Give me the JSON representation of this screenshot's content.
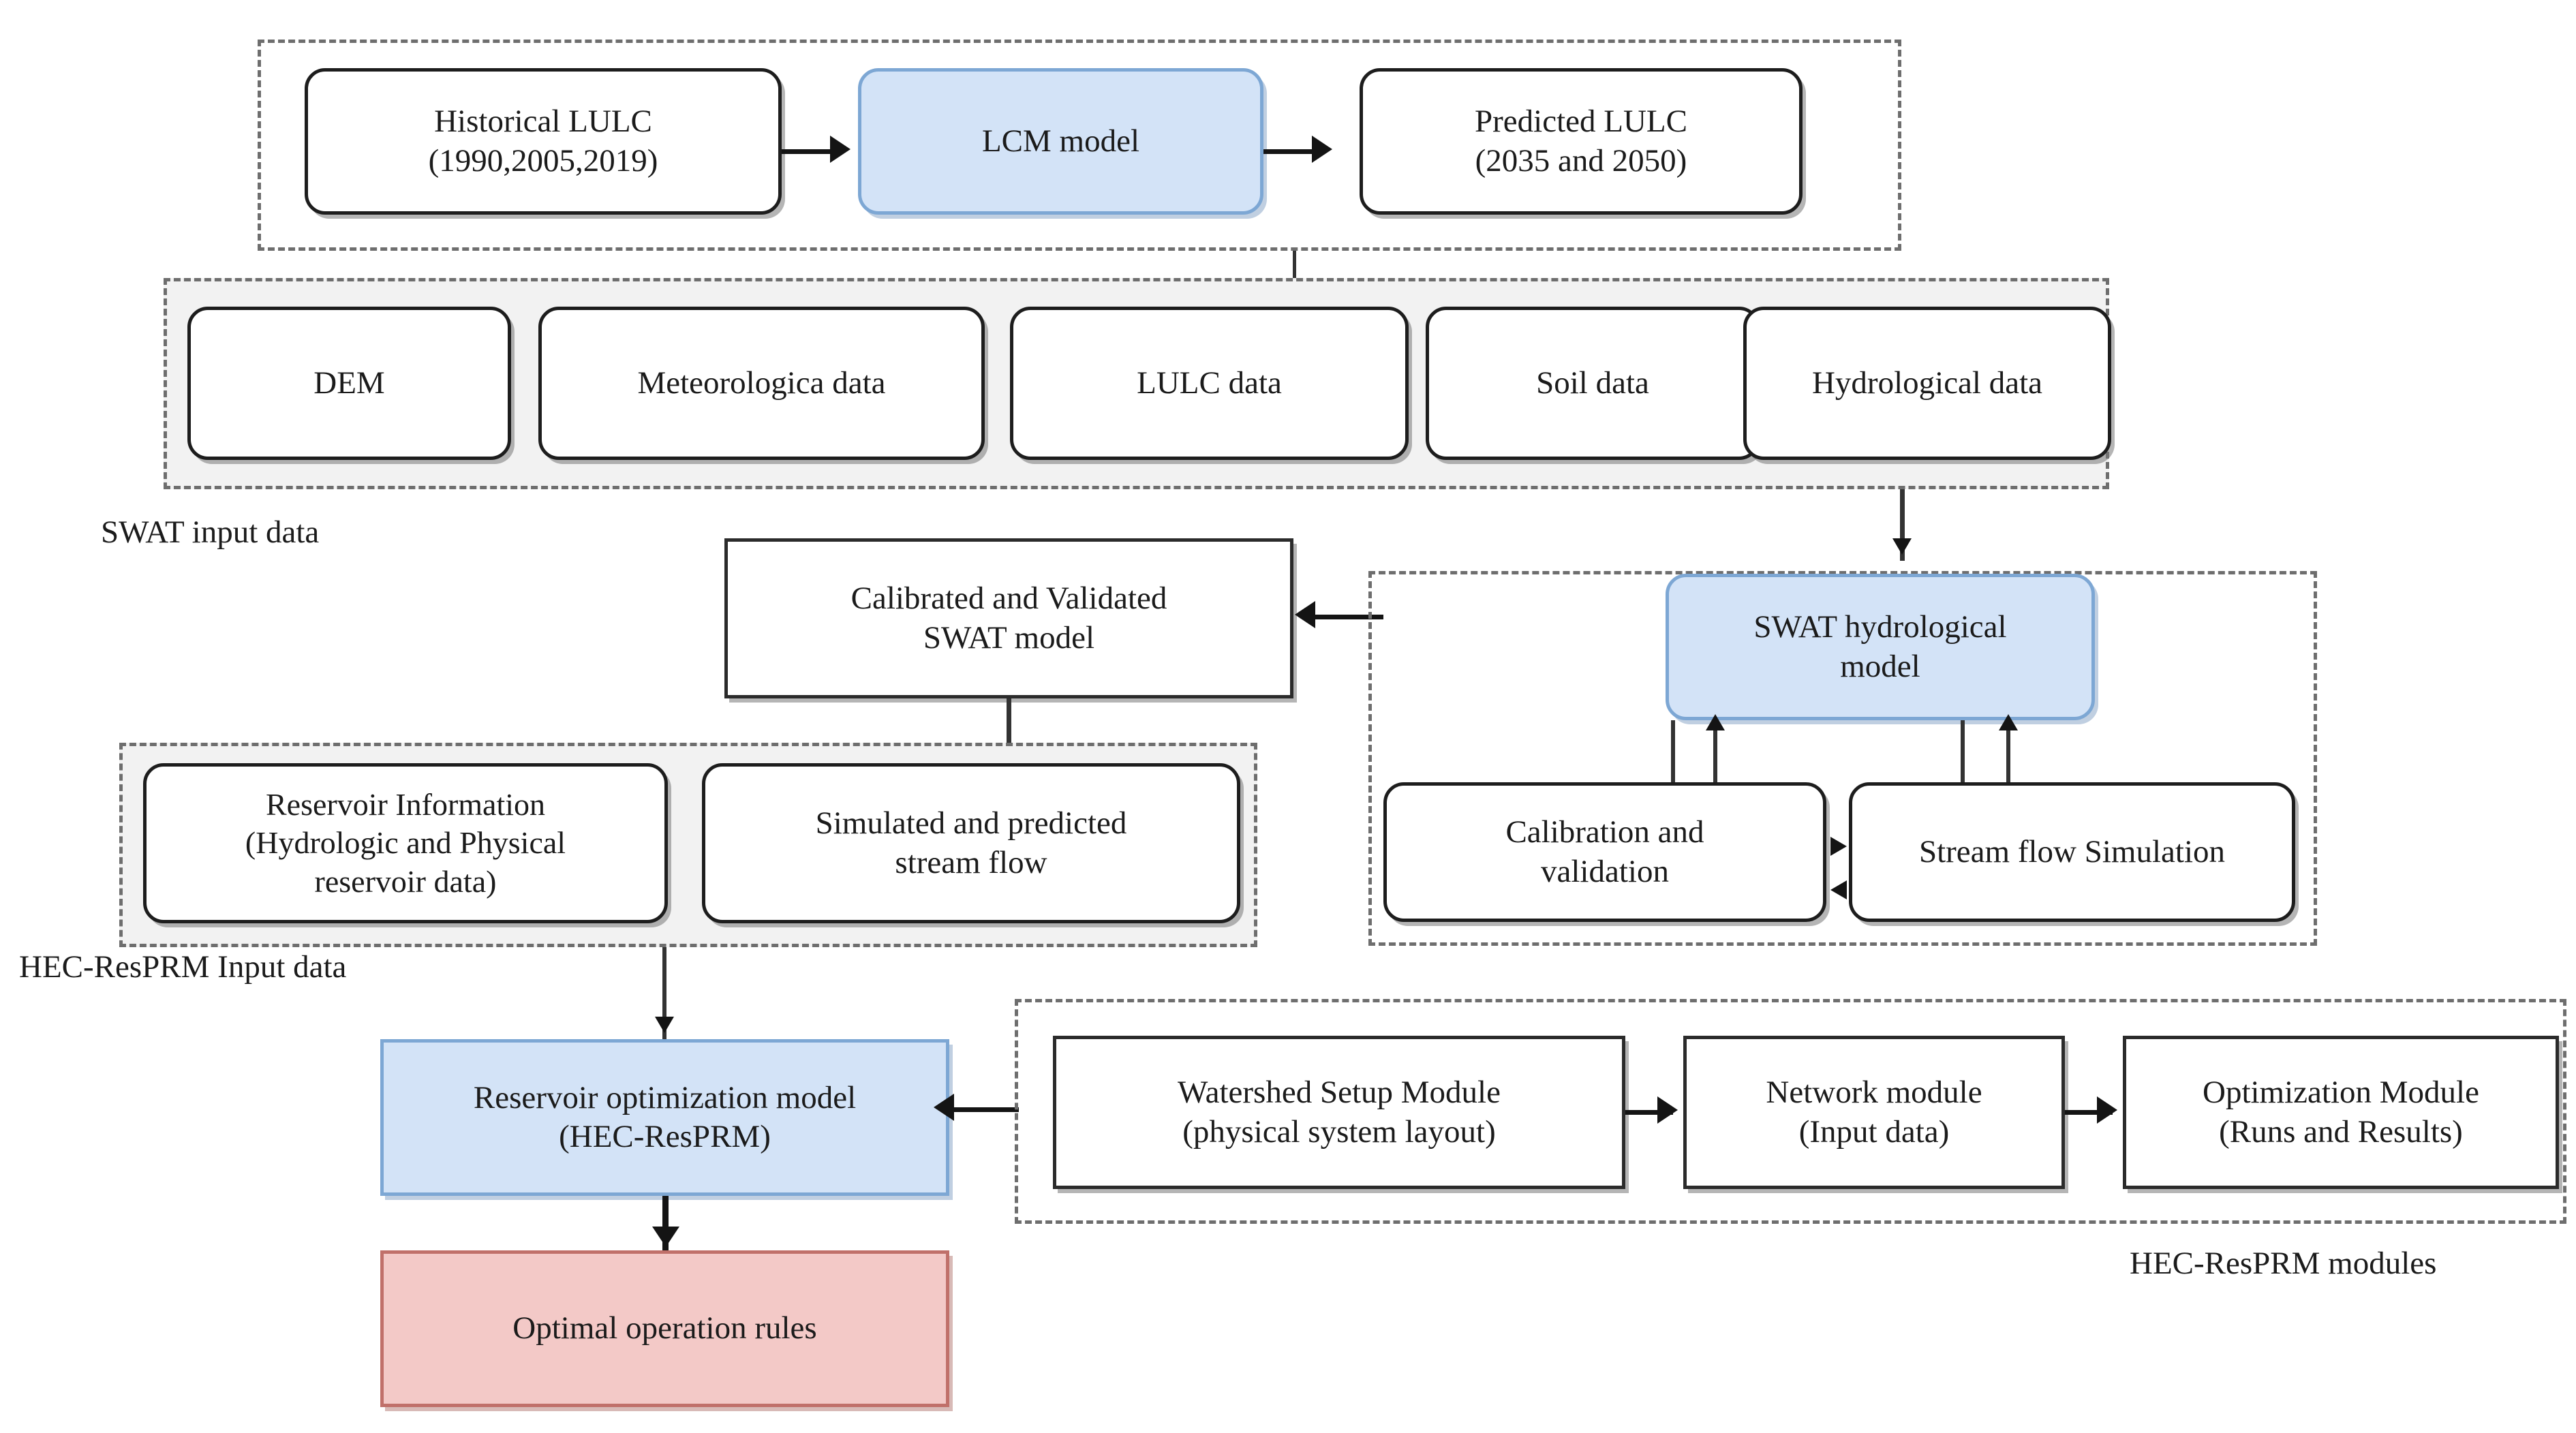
{
  "diagram": {
    "title": "SWAT + HEC-ResPRM reservoir optimization workflow",
    "colors": {
      "node_fill_default": "#ffffff",
      "node_fill_blue": "#d3e3f7",
      "node_border_blue": "#7da7d4",
      "node_fill_pink": "#f3c9c7",
      "node_border_pink": "#c0706a",
      "group_fill_gray": "#f2f2f2",
      "group_border": "#6e6e6e",
      "connector": "#141414",
      "text": "#1b1b1b"
    }
  },
  "groups": {
    "lulc_projection": {
      "label": ""
    },
    "swat_input": {
      "label": "SWAT input data"
    },
    "swat_hydrological": {
      "label": ""
    },
    "hec_resprm_input": {
      "label": "HEC-ResPRM Input data"
    },
    "hec_resprm_modules": {
      "label": "HEC-ResPRM modules"
    }
  },
  "nodes": {
    "historical_lulc": {
      "line1": "Historical LULC",
      "line2": "(1990,2005,2019)"
    },
    "lcm_model": {
      "line1": "LCM model"
    },
    "predicted_lulc": {
      "line1": "Predicted LULC",
      "line2": "(2035 and 2050)"
    },
    "dem": {
      "line1": "DEM"
    },
    "meteorologica_data": {
      "line1": "Meteorologica data"
    },
    "lulc_data": {
      "line1": "LULC data"
    },
    "soil_data": {
      "line1": "Soil data"
    },
    "hydrological_data": {
      "line1": "Hydrological data"
    },
    "calibrated_validated_swat": {
      "line1": "Calibrated and Validated",
      "line2": "SWAT model"
    },
    "swat_hydrological_model": {
      "line1": "SWAT hydrological",
      "line2": "model"
    },
    "calibration_validation": {
      "line1": "Calibration and",
      "line2": "validation"
    },
    "stream_flow_simulation": {
      "line1": "Stream flow Simulation"
    },
    "reservoir_information": {
      "line1": "Reservoir Information",
      "line2": "(Hydrologic and Physical",
      "line3": "reservoir data)"
    },
    "simulated_predicted_stream_flow": {
      "line1": "Simulated and predicted",
      "line2": "stream flow"
    },
    "reservoir_optimization_model": {
      "line1": "Reservoir optimization model",
      "line2": "(HEC-ResPRM)"
    },
    "optimal_operation_rules": {
      "line1": "Optimal operation rules"
    },
    "watershed_setup_module": {
      "line1": "Watershed Setup Module",
      "line2": "(physical system layout)"
    },
    "network_module": {
      "line1": "Network module",
      "line2": "(Input data)"
    },
    "optimization_module": {
      "line1": "Optimization Module",
      "line2": "(Runs and Results)"
    }
  }
}
